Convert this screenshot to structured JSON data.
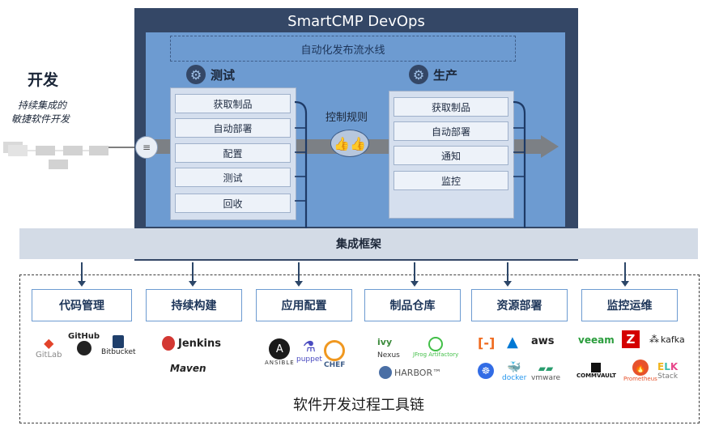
{
  "dev": {
    "title": "开发",
    "subtitle_line1": "持续集成的",
    "subtitle_line2": "敏捷软件开发"
  },
  "devops": {
    "title": "SmartCMP DevOps",
    "pipeline_label": "自动化发布流水线",
    "control_rules": "控制规则",
    "test_stage": {
      "title": "测试",
      "steps": [
        "获取制品",
        "自动部署",
        "配置",
        "测试",
        "回收"
      ]
    },
    "prod_stage": {
      "title": "生产",
      "steps": [
        "获取制品",
        "自动部署",
        "通知",
        "监控"
      ]
    }
  },
  "integration": {
    "label": "集成框架"
  },
  "toolchain": {
    "label": "软件开发过程工具链",
    "categories": [
      "代码管理",
      "持续构建",
      "应用配置",
      "制品仓库",
      "资源部署",
      "监控运维"
    ],
    "logos": {
      "code": [
        "GitLab",
        "GitHub",
        "Bitbucket"
      ],
      "build": [
        "Jenkins",
        "Maven"
      ],
      "config": [
        "ANSIBLE",
        "puppet",
        "CHEF"
      ],
      "artifact": [
        "ivy",
        "Nexus",
        "JFrog Artifactory",
        "HARBOR™"
      ],
      "deploy": [
        "aws",
        "docker",
        "vmware"
      ],
      "monitor": [
        "veeam",
        "kafka",
        "COMMVAULT",
        "Prometheus",
        "Stack"
      ]
    }
  },
  "colors": {
    "frame": "#344766",
    "inner": "#6d9bd1",
    "integration": "#d3dbe6",
    "arrow": "#7c8085"
  }
}
